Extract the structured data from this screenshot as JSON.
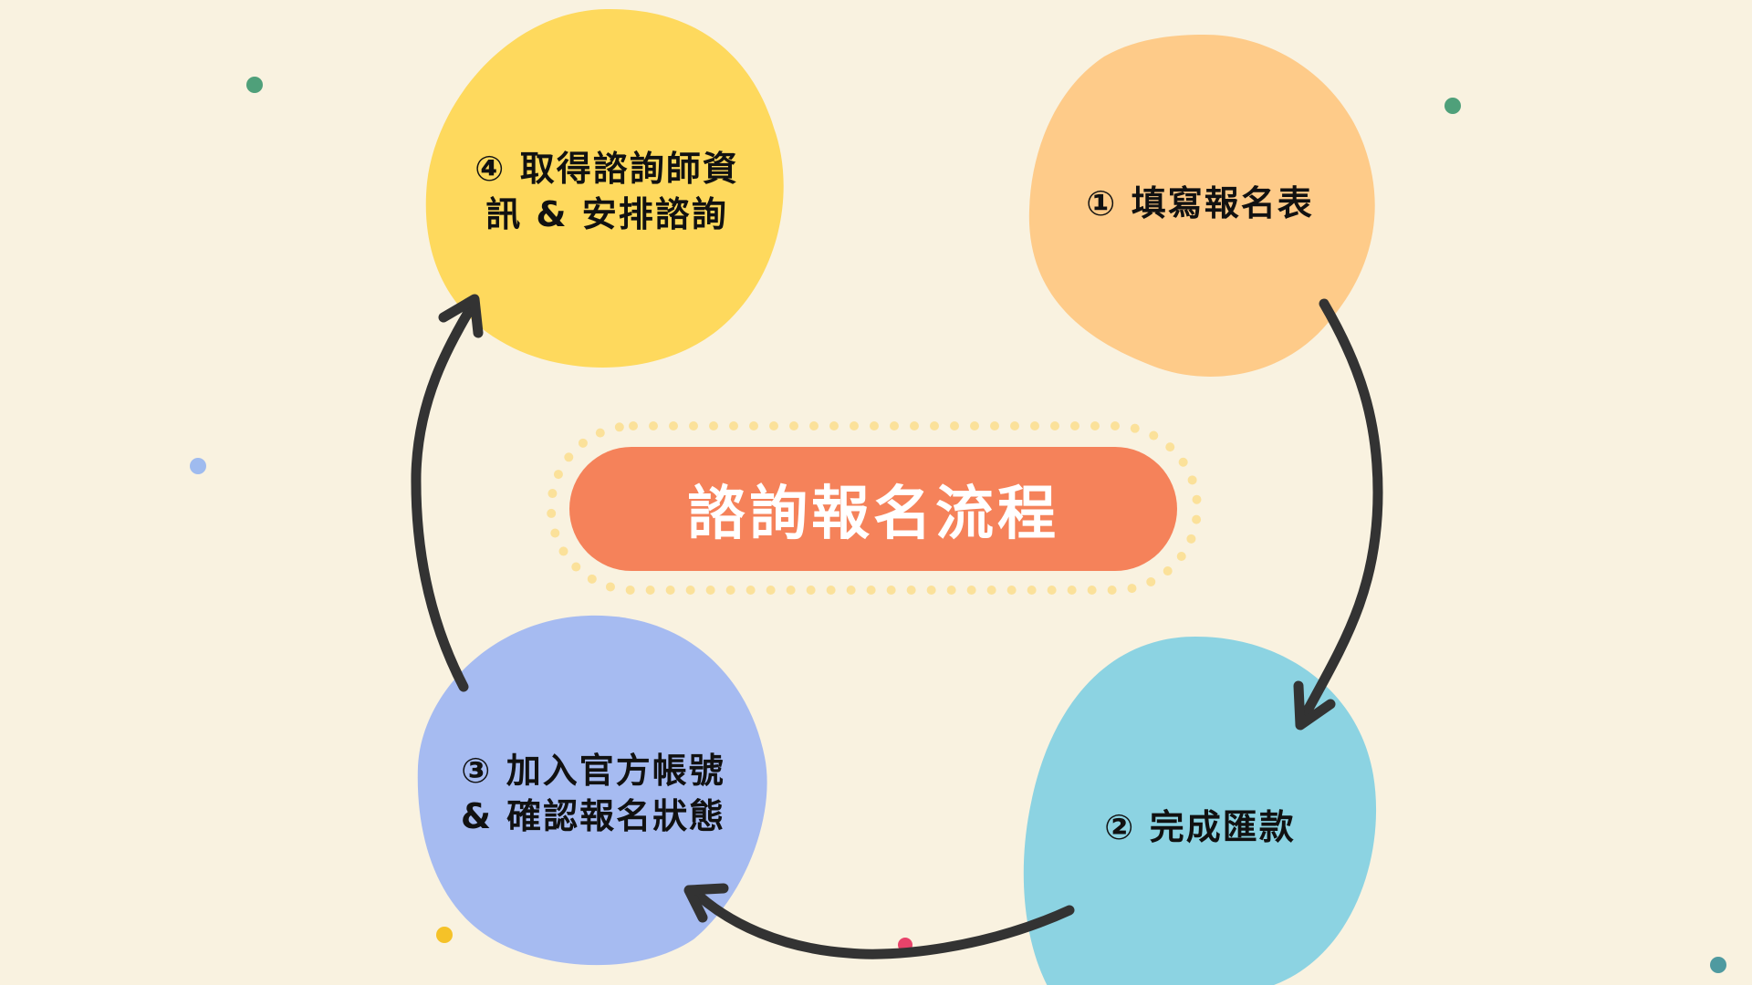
{
  "title": "諮詢報名流程",
  "steps": [
    {
      "label": "① 填寫報名表",
      "color": "#fecb89"
    },
    {
      "label": "② 完成匯款",
      "color": "#8cd3e2"
    },
    {
      "label_line1": "③ 加入官方帳號",
      "label_line2": "& 確認報名狀態",
      "color": "#a6bbf1"
    },
    {
      "label_line1": "④ 取得諮詢師資",
      "label_line2": "訊 & 安排諮詢",
      "color": "#fed95d"
    }
  ],
  "colors": {
    "background": "#f9f2e0",
    "pill": "#f5825a",
    "pill_border": "#fbe19a",
    "arrow": "#333333"
  }
}
